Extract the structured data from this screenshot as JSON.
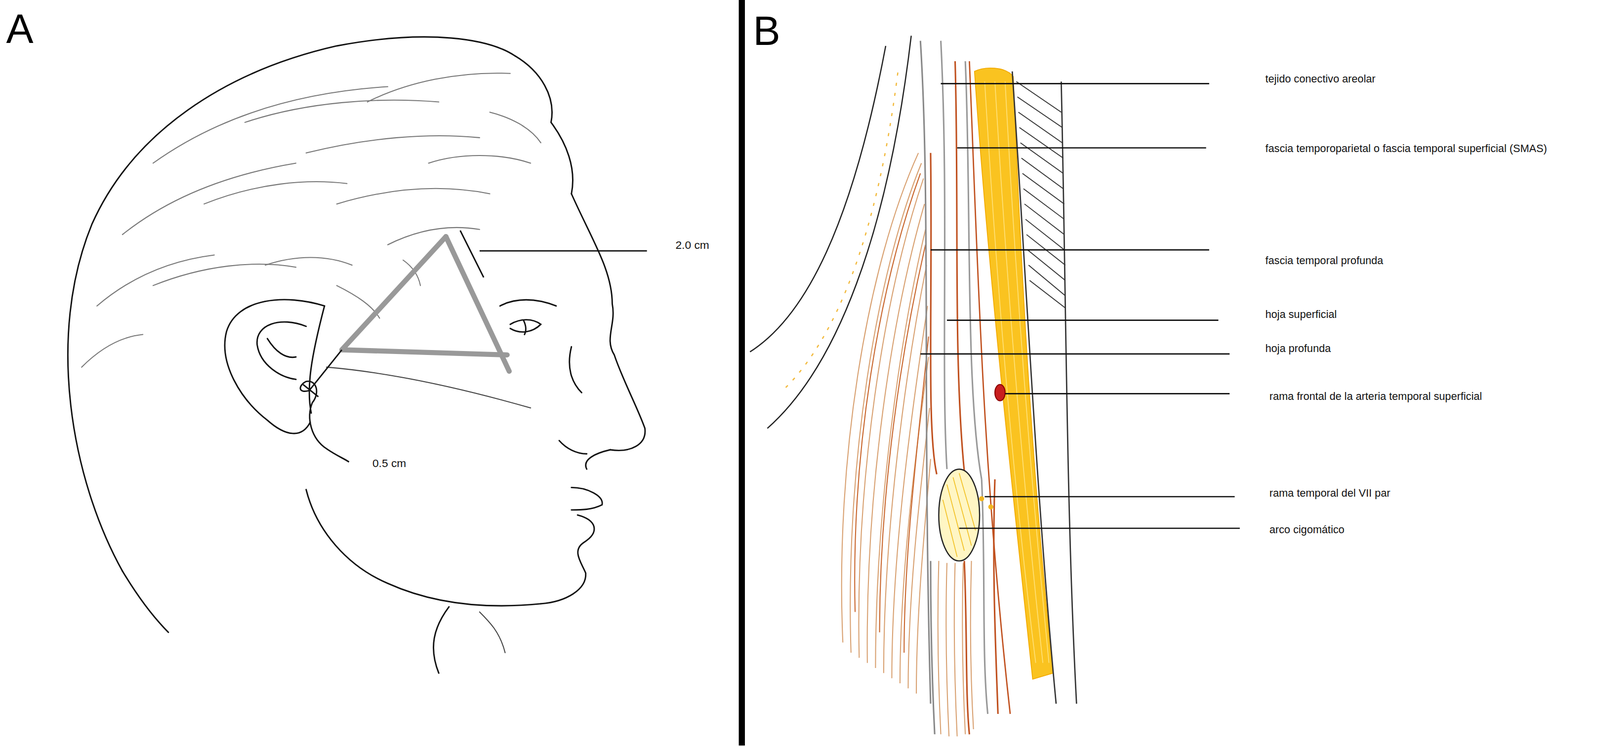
{
  "diagram": {
    "labels": [
      "A",
      "B",
      "2.0 cm",
      "0.5 cm",
      "tejido conectivo areolar",
      "fascia temporoparietal o fascia temporal superficial (SMAS)",
      "fascia temporal profunda",
      "hoja superficial",
      "hoja profunda",
      "rama frontal de la arteria temporal superficial",
      "rama temporal del VII par",
      "arco cigomático"
    ]
  }
}
